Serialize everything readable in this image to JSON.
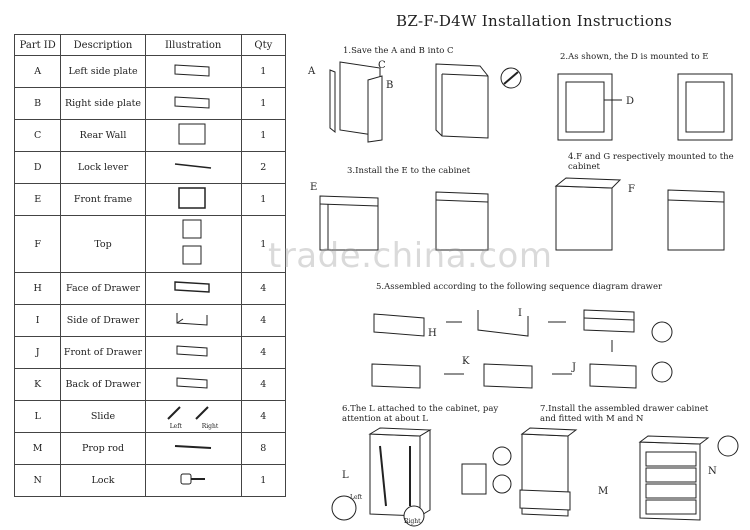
{
  "title": "BZ-F-D4W Installation Instructions",
  "table": {
    "headers": [
      "Part ID",
      "Description",
      "Illustration",
      "Qty"
    ],
    "rows": [
      {
        "id": "A",
        "desc": "Left side plate",
        "qty": "1"
      },
      {
        "id": "B",
        "desc": "Right side plate",
        "qty": "1"
      },
      {
        "id": "C",
        "desc": "Rear Wall",
        "qty": "1"
      },
      {
        "id": "D",
        "desc": "Lock lever",
        "qty": "2"
      },
      {
        "id": "E",
        "desc": "Front frame",
        "qty": "1"
      },
      {
        "id": "F",
        "desc": "Top",
        "qty": "1"
      },
      {
        "id": "H",
        "desc": "Face of Drawer",
        "qty": "4"
      },
      {
        "id": "I",
        "desc": "Side of Drawer",
        "qty": "4"
      },
      {
        "id": "J",
        "desc": "Front of Drawer",
        "qty": "4"
      },
      {
        "id": "K",
        "desc": "Back of Drawer",
        "qty": "4"
      },
      {
        "id": "L",
        "desc": "Slide",
        "qty": "4"
      },
      {
        "id": "M",
        "desc": "Prop rod",
        "qty": "8"
      },
      {
        "id": "N",
        "desc": "Lock",
        "qty": "1"
      }
    ],
    "slide_left": "Left",
    "slide_right": "Right"
  },
  "steps": {
    "s1": "1.Save the A and B into C",
    "s2": "2.As shown, the D is mounted to E",
    "s3": "3.Install the E to the cabinet",
    "s4": "4.F and G respectively mounted to the cabinet",
    "s5": "5.Assembled according to the following sequence diagram drawer",
    "s6": "6.The L attached to the cabinet, pay attention at about L",
    "s7": "7.Install the assembled drawer cabinet and fitted with M and N"
  },
  "labels": {
    "A": "A",
    "B": "B",
    "C": "C",
    "D": "D",
    "E": "E",
    "F": "F",
    "H": "H",
    "I": "I",
    "J": "J",
    "K": "K",
    "L": "L",
    "M": "M",
    "N": "N",
    "left": "Left",
    "right": "Right"
  },
  "watermark": "trade.china.com"
}
